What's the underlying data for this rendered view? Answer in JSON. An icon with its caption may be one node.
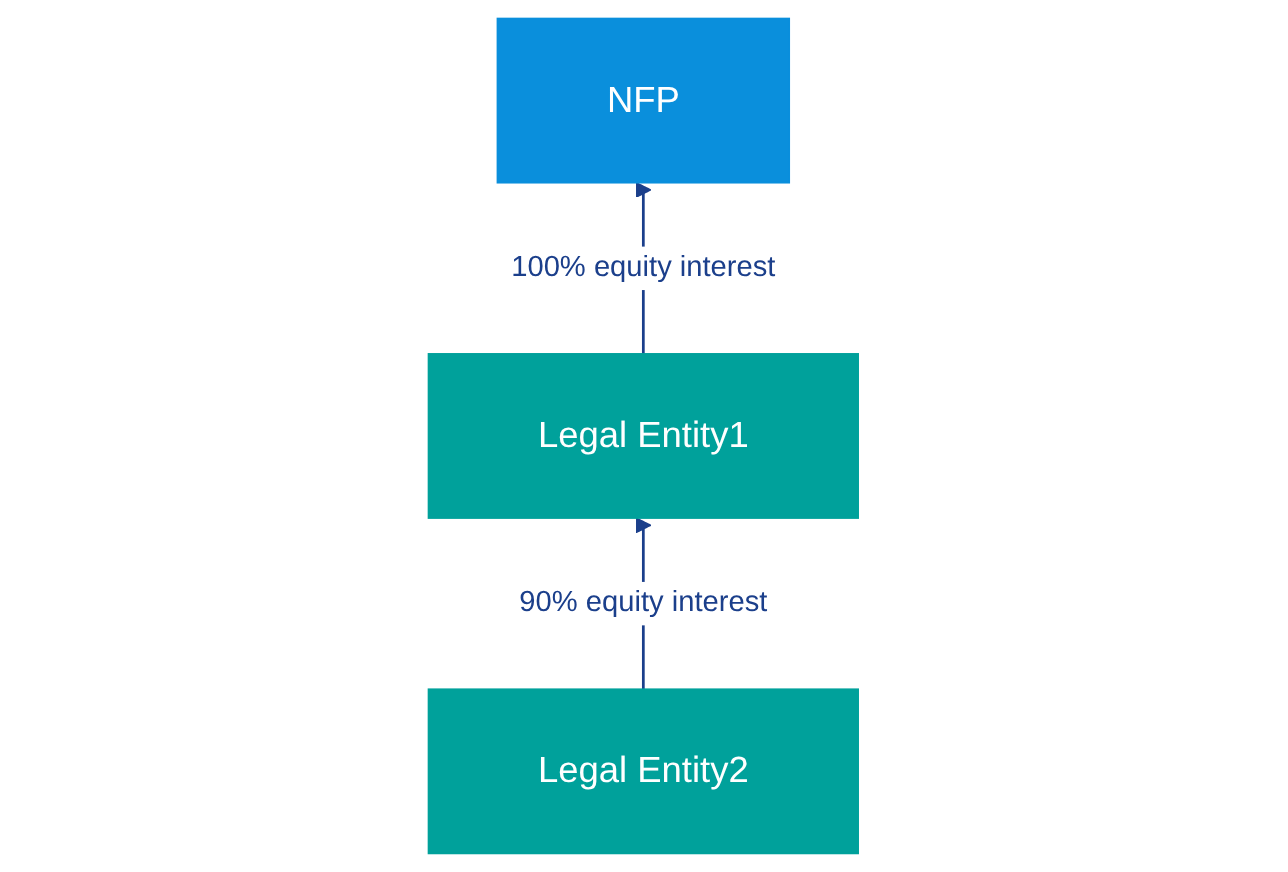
{
  "diagram": {
    "nodes": [
      {
        "text": [
          "NFP"
        ]
      },
      {
        "text": [
          "Legal Entity1"
        ]
      },
      {
        "text": [
          "Legal Entity2"
        ]
      }
    ],
    "edges": [
      {
        "from": 1,
        "to": 0,
        "arrow": "to",
        "label": "100% equity interest"
      },
      {
        "from": 2,
        "to": 1,
        "arrow": "to",
        "label": "90% equity interest"
      }
    ]
  }
}
